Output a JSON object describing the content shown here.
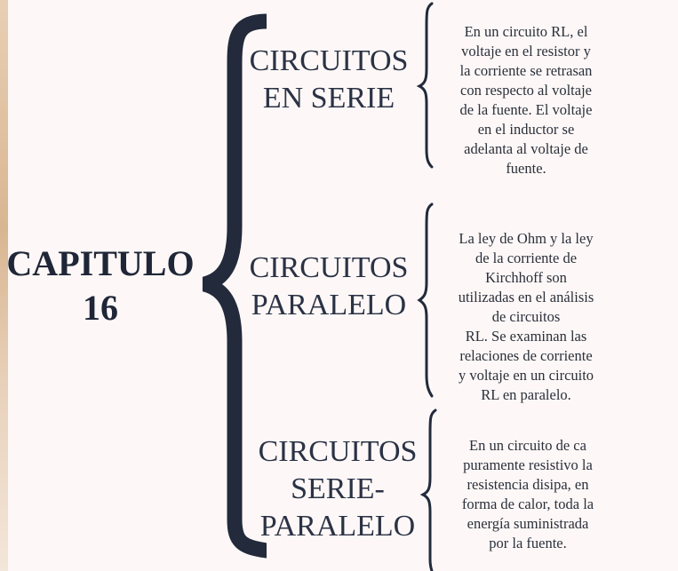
{
  "colors": {
    "background": "#fdf8f7",
    "brace": "#222a3b",
    "text": "#2b3245"
  },
  "main": {
    "title_lines": [
      "CAPITULO",
      "16"
    ]
  },
  "branches": [
    {
      "title_lines": [
        "CIRCUITOS",
        "EN SERIE"
      ],
      "description_lines": [
        "En un circuito RL, el",
        "voltaje en el resistor y",
        "la corriente se retrasan",
        "con respecto al voltaje",
        "de la fuente. El voltaje",
        "en el inductor se",
        "adelanta al voltaje de",
        "fuente."
      ]
    },
    {
      "title_lines": [
        "CIRCUITOS",
        "PARALELO"
      ],
      "description_lines": [
        "La ley de Ohm y la ley",
        "de la corriente de",
        "Kirchhoff son",
        "utilizadas en el análisis",
        "de circuitos",
        "RL. Se examinan las",
        "relaciones de corriente",
        "y voltaje en un circuito",
        "RL en paralelo."
      ]
    },
    {
      "title_lines": [
        "CIRCUITOS",
        "SERIE-",
        "PARALELO"
      ],
      "description_lines": [
        "En un circuito de ca",
        "puramente resistivo la",
        "resistencia disipa, en",
        "forma de calor, toda la",
        "energía suministrada",
        "por la fuente."
      ]
    }
  ]
}
